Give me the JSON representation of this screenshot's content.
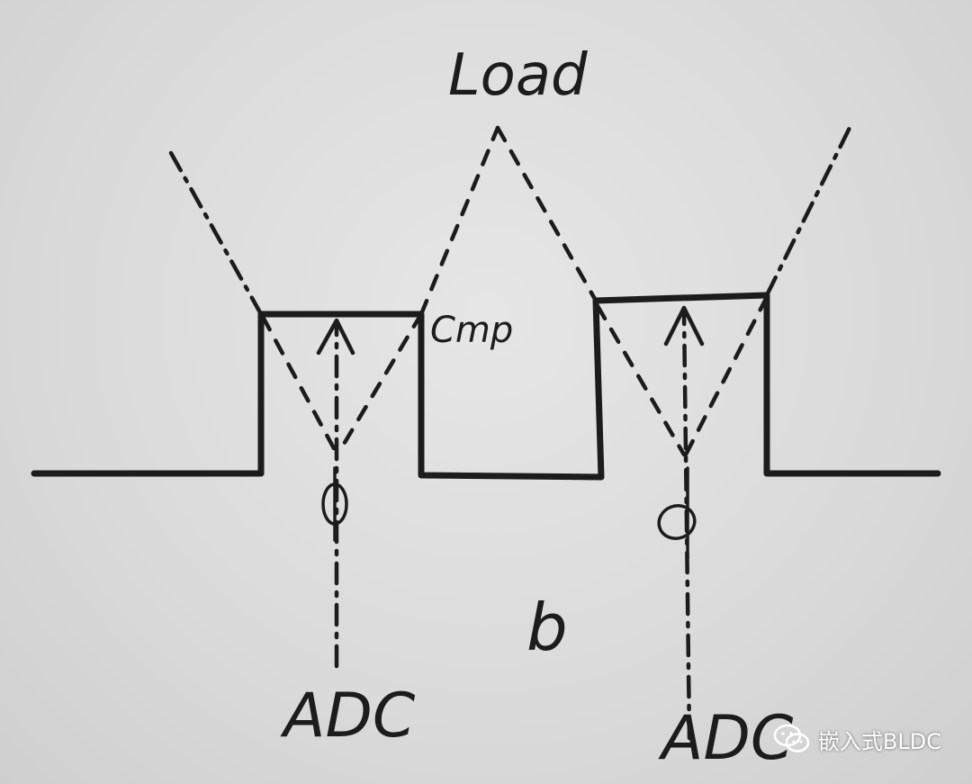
{
  "labels": {
    "load": "Load",
    "cmp": "Cmp",
    "b": "b",
    "adc_left": "ADC",
    "adc_right": "ADC"
  },
  "watermark": {
    "text": "嵌入式BLDC",
    "icon": "wechat-icon"
  },
  "colors": {
    "ink": "#1c1c1c",
    "paper": "#dcdcdc"
  }
}
